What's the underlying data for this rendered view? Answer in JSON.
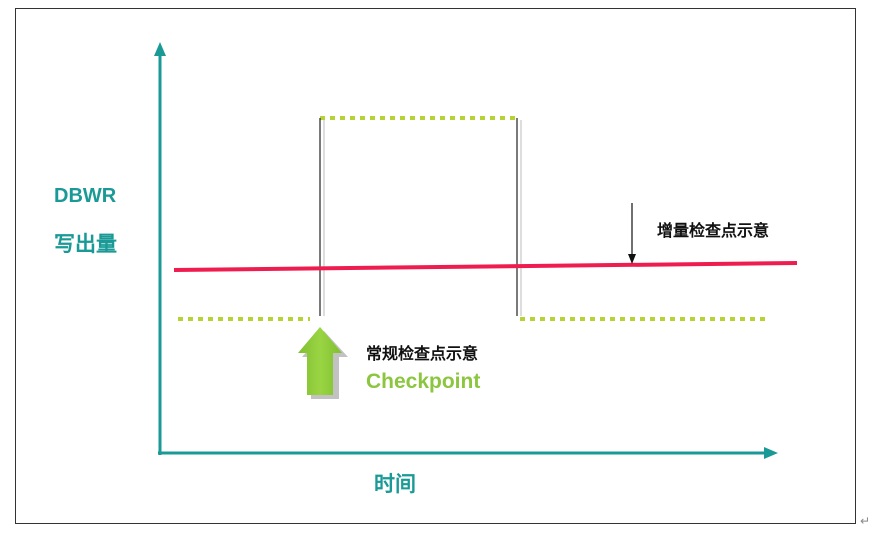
{
  "labels": {
    "y_axis_line1": "DBWR",
    "y_axis_line2": "写出量",
    "x_axis": "时间",
    "incremental": "增量检查点示意",
    "regular": "常规检查点示意",
    "checkpoint": "Checkpoint",
    "return_mark": "↵"
  },
  "colors": {
    "axis": "#1a9a96",
    "incremental_line": "#ee1c4f",
    "regular_dotted": "#b5d334",
    "checkpoint_arrow": "#8cc63f",
    "label_teal": "#1a9a96"
  },
  "icons": {
    "checkpoint_arrow": "up-arrow-icon",
    "annotation_arrow": "down-arrow-icon"
  }
}
